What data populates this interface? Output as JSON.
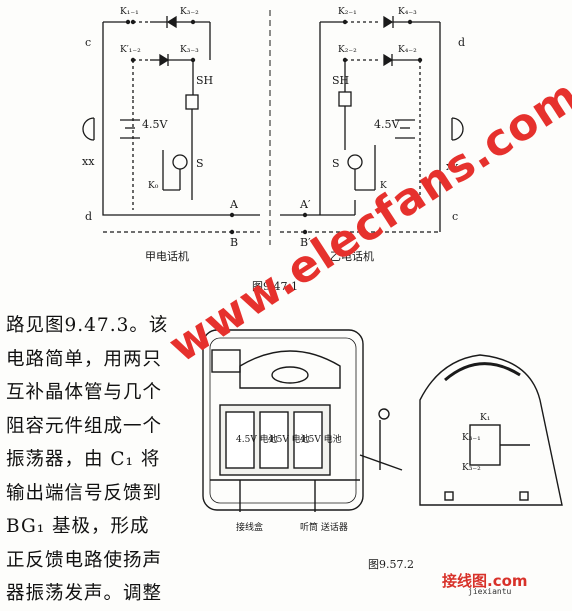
{
  "diagram1": {
    "labels": {
      "k1_1": "K₁₋₁",
      "k3_2": "K₃₋₂",
      "k2_1": "K₂₋₁",
      "k4_3": "K₄₋₃",
      "k1_2": "K′₁₋₂",
      "k3_3": "K₃₋₃",
      "k2_2": "K₂₋₂",
      "k4_2": "K₄₋₂",
      "c_left": "c",
      "d_right": "d",
      "d_left": "d",
      "c_right": "c",
      "sh_left": "SH",
      "sh_right": "SH",
      "v_left": "4.5V",
      "v_right": "4.5V",
      "s_left": "S",
      "s_right": "S",
      "k0_left": "K₀",
      "k_right": "K",
      "xx_left": "xx",
      "xx_right": "xx",
      "A": "A",
      "A2": "A′",
      "B": "B",
      "B2": "B′",
      "phone_a": "甲电话机",
      "phone_b": "乙电话机"
    },
    "caption": "图9.47.1"
  },
  "paragraph": {
    "lines": [
      "路见图9.47.3。该",
      "电路简单，用两只",
      "互补晶体管与几个",
      "阻容元件组成一个",
      "振荡器，由 C₁ 将",
      "输出端信号反馈到",
      "BG₁ 基极，形成",
      "正反馈电路使扬声",
      "器振荡发声。调整"
    ]
  },
  "diagram2": {
    "battery_label": "4.5V 电池",
    "label_left": "接线盒",
    "label_right": "听筒 送话器",
    "k_labels": [
      "K₁",
      "K₃₋₁",
      "K₃₋₂"
    ],
    "caption": "图9.57.2"
  },
  "watermark": "www.elecfans.com",
  "brand": {
    "text": "接线图.com",
    "sub": "jiexiantu"
  }
}
